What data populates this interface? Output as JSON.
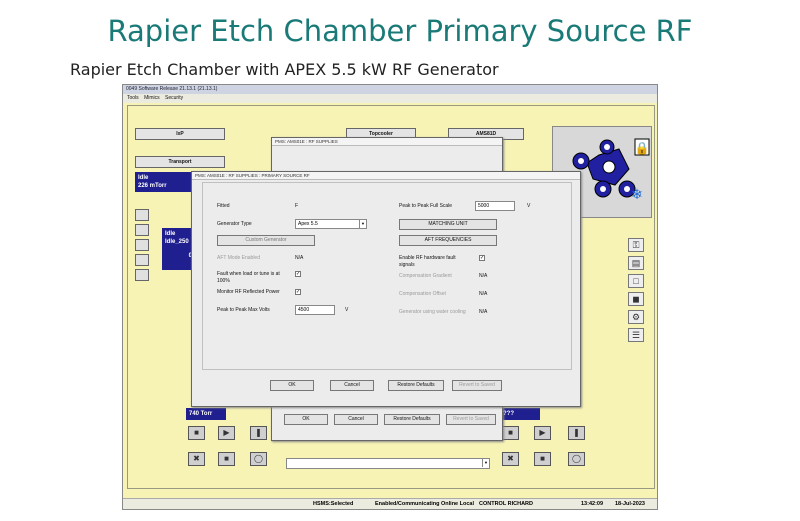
{
  "slide": {
    "title": "Rapier Etch Chamber Primary Source RF",
    "subtitle": "Rapier Etch Chamber with APEX 5.5 kW RF Generator"
  },
  "app": {
    "window_title": "0049  Software Release 21.13.1 (21.13.1)",
    "menu": [
      "Tools",
      "Mimics",
      "Security"
    ],
    "nav_buttons": [
      "IxP",
      "Transport",
      "Topcooler",
      "AMS81D"
    ],
    "left_status": {
      "line1": "Idle",
      "line2": "226 mTorr"
    },
    "left_status2": {
      "line1": "Idle",
      "line2": "Idle_250",
      "line3": "0 m"
    },
    "bottom_left_pressure": "740 Torr",
    "bottom_right_pressure": "???",
    "status_bar": {
      "hsms": "HSMS:Selected",
      "comm": "Enabled/Communicating  Online Local",
      "user": "CONTROL  RICHARD",
      "time": "13:42:09",
      "date": "18-Jul-2023"
    }
  },
  "back_dialog": {
    "title": "PMS: AMS01E : RF SUPPLIES",
    "buttons": {
      "ok": "OK",
      "cancel": "Cancel",
      "restore": "Restore Defaults",
      "revert": "Revert to Saved"
    }
  },
  "main_dialog": {
    "title": "PMS: AMS01E : RF SUPPLIES : PRIMARY SOURCE RF",
    "left": {
      "fitted_label": "Fitted",
      "fitted_value": "F",
      "generator_type_label": "Generator Type",
      "generator_type_value": "Apex 5.5",
      "custom_generator_button": "Custom Generator",
      "aft_mode_label": "AFT Mode Enabled",
      "aft_mode_value": "N/A",
      "fault_label_l1": "Fault when load or tune is at",
      "fault_label_l2": "100%",
      "monitor_label": "Monitor RF Reflected Power",
      "ptp_max_label": "Peak to Peak Max Volts",
      "ptp_max_value": "4500",
      "ptp_max_unit": "V"
    },
    "right": {
      "ptp_full_label": "Peak to Peak Full Scale",
      "ptp_full_value": "5000",
      "ptp_full_unit": "V",
      "matching_unit_button": "MATCHING UNIT",
      "aft_frequencies_button": "AFT FREQUENCIES",
      "enable_fault_l1": "Enable RF hardware fault",
      "enable_fault_l2": "signals",
      "comp_gradient_label": "Compensation Gradient",
      "comp_gradient_value": "N/A",
      "comp_offset_label": "Compensation Offset",
      "comp_offset_value": "N/A",
      "gen_water_label": "Generator using water cooling",
      "gen_water_value": "N/A"
    },
    "buttons": {
      "ok": "OK",
      "cancel": "Cancel",
      "restore": "Restore Defaults",
      "revert": "Revert to Saved"
    }
  },
  "colors": {
    "title_teal": "#1a7a78",
    "app_bg": "#f7f3b5",
    "status_blue": "#1f1f8f"
  }
}
